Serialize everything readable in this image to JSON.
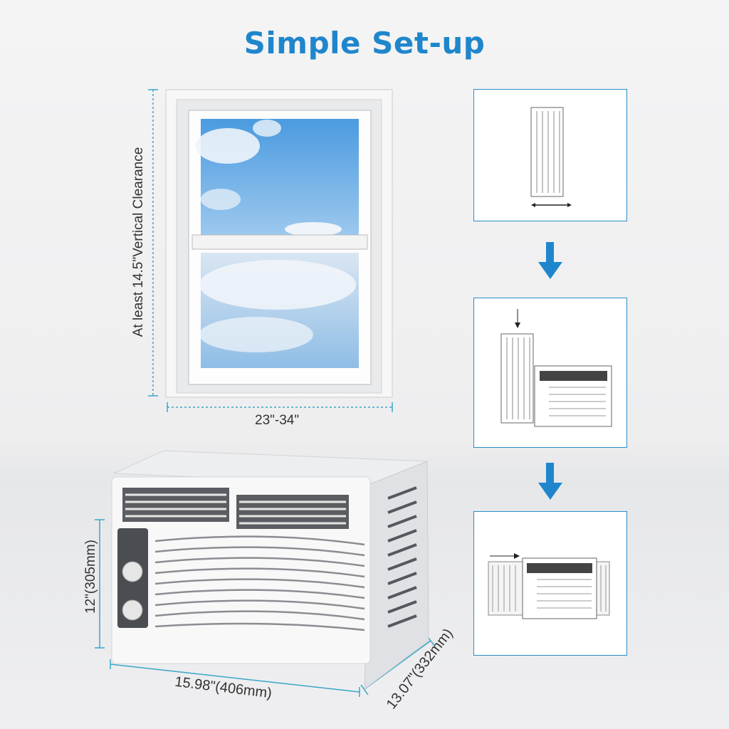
{
  "title": "Simple Set-up",
  "window": {
    "height_label": "At least 14.5\"Vertical Clearance",
    "width_label": "23\"-34\""
  },
  "unit": {
    "height_label": "12\"(305mm)",
    "width_label": "15.98\"(406mm)",
    "depth_label": "13.07\"(332mm)"
  },
  "steps": [
    {
      "icon": "extend-side-panel-icon"
    },
    {
      "icon": "attach-panel-to-unit-icon"
    },
    {
      "icon": "slide-panel-into-unit-icon"
    }
  ],
  "colors": {
    "accent": "#1f86cc",
    "dimension_line": "#3aa6c8"
  }
}
